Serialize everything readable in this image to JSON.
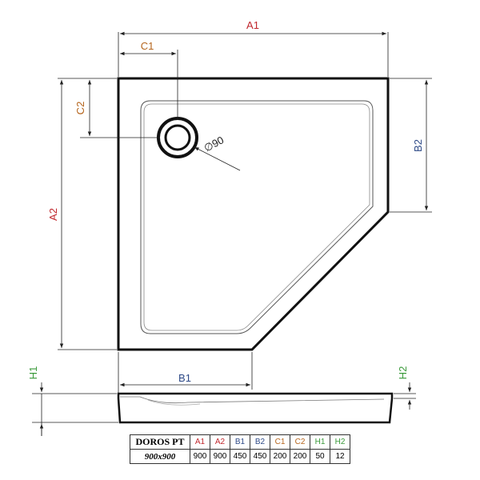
{
  "dimension_labels": {
    "A1": "A1",
    "A2": "A2",
    "B1": "B1",
    "B2": "B2",
    "C1": "C1",
    "C2": "C2",
    "H1": "H1",
    "H2": "H2",
    "drain": "∅90"
  },
  "colors": {
    "A": "#c0272d",
    "B": "#2e4a87",
    "C": "#b5651d",
    "H": "#3a9a3a",
    "line": "#222222"
  },
  "table": {
    "model": "DOROS PT",
    "size": "900x900",
    "headers": [
      "A1",
      "A2",
      "B1",
      "B2",
      "C1",
      "C2",
      "H1",
      "H2"
    ],
    "values": [
      "900",
      "900",
      "450",
      "450",
      "200",
      "200",
      "50",
      "12"
    ]
  }
}
